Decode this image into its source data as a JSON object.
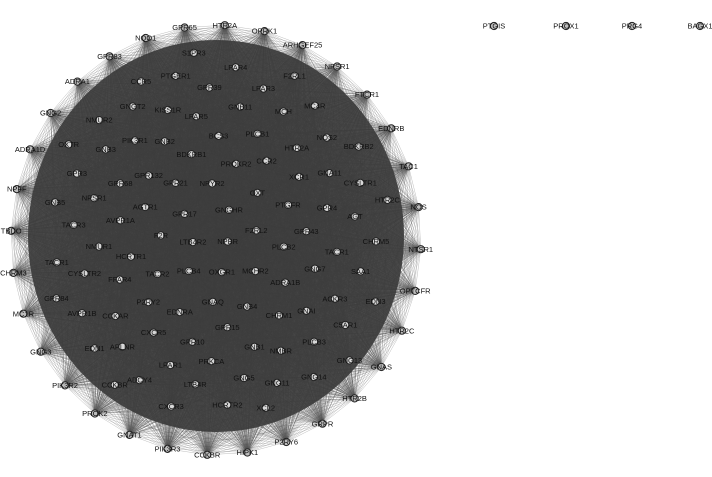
{
  "network": {
    "ring": [
      "NQO1",
      "GPR65",
      "HTR2A",
      "OPRK1",
      "ARHGEF25",
      "NPSR1",
      "FTCR1",
      "EDNRB",
      "TAC1",
      "NOS",
      "NTSR1",
      "OPTCFR",
      "HTR2C",
      "GNAS",
      "HTR2B",
      "GRPR",
      "P2RY6",
      "HIPK1",
      "CCKBR",
      "PIK3R3",
      "GNAT1",
      "PROK2",
      "PIK3R2",
      "GNG3",
      "MC1R",
      "CHRM3",
      "TBDO",
      "NPFF",
      "ADRA1D",
      "GNG2",
      "ADRA1",
      "GPR83"
    ],
    "inner": [
      "NPBR",
      "LTB4R2",
      "GNGHR",
      "OXGR1",
      "GPR17",
      "F2RL2",
      "PLCB4",
      "NPYR2",
      "MCHR2",
      "F2R",
      "OXT",
      "GNAQ",
      "GPR21",
      "PLCB2",
      "TACR2",
      "PROKR2",
      "GNB4",
      "AGTR1",
      "PTGFR",
      "EDNRA",
      "BDKRB1",
      "ADRA1B",
      "HCRTR1",
      "CCR2",
      "GPR15",
      "GPR132",
      "GPR43",
      "P2RY2",
      "BCS3",
      "CHRM1",
      "AVPR1A",
      "XCR1",
      "GPR10",
      "GNB2",
      "GNG7",
      "FFAR4",
      "PLCB1",
      "GNB1",
      "GPR68",
      "GPR4",
      "CXCR5",
      "LPAR5",
      "GNAI",
      "NMUR1",
      "HTR2A",
      "PRKCA",
      "PIK3R1",
      "TACR1",
      "CCKAR",
      "GNB11",
      "NMBR",
      "NPSR1",
      "GNA11",
      "LPAR1",
      "KISS1R",
      "ACKR3",
      "CYSLTR2",
      "MCH",
      "GNG5",
      "GNB3",
      "AGT",
      "APLNR",
      "GPR39",
      "PLCB3",
      "TACR3",
      "NOS2",
      "LTB4R",
      "GNGT2",
      "SAA1",
      "AVPR1B",
      "LPAR3",
      "GNG11",
      "GPR3",
      "CYSLTR1",
      "ADCY4",
      "PTGER1",
      "C5AR1",
      "TACR1",
      "MC4R",
      "HCRTR2",
      "NMUR2",
      "CHRM5",
      "EDN1",
      "LPAR4",
      "GNG14",
      "GNB5",
      "BDKRB2",
      "CXCR3",
      "CCR5",
      "EDN3",
      "GPR84",
      "F2RL1",
      "XCL2",
      "OXTR",
      "HTR2C",
      "CCKBR",
      "S1PR3",
      "GNG13"
    ],
    "isolated": [
      "PTGIS",
      "PROX1",
      "PRG4",
      "BAGX1"
    ]
  }
}
